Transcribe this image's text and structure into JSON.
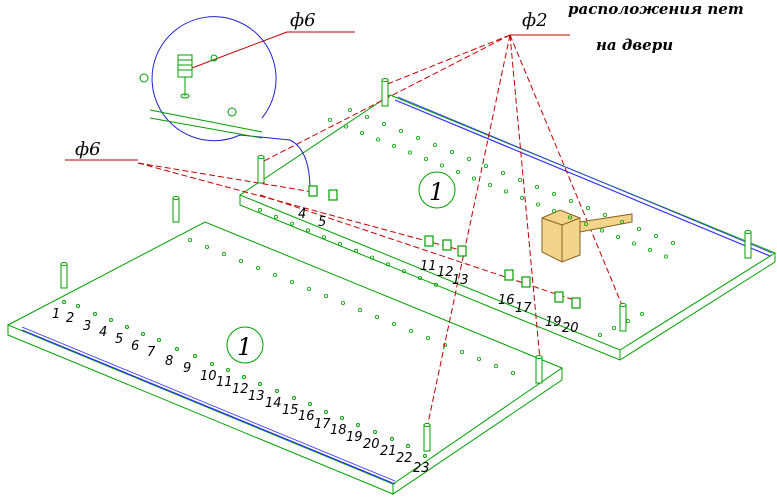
{
  "title": {
    "line1": "расположения пет",
    "line2": "на двери"
  },
  "labels": {
    "phi6_top": "ф6",
    "phi6_left": "ф6",
    "phi2": "ф2"
  },
  "part_marks": {
    "upper": "1",
    "lower": "1"
  },
  "lower_numbers": [
    "1",
    "2",
    "3",
    "4",
    "5",
    "6",
    "7",
    "8",
    "9",
    "10",
    "11",
    "12",
    "13",
    "14",
    "15",
    "16",
    "17",
    "18",
    "19",
    "20",
    "21",
    "22",
    "23"
  ],
  "upper_numbers": [
    "4",
    "5",
    "11",
    "12",
    "13",
    "16",
    "17",
    "19",
    "20"
  ],
  "colors": {
    "outline": "#00a000",
    "leader": "#c00000",
    "bead": "#3333ff",
    "detail": "#2222cc",
    "hinge": "#c8a050"
  }
}
